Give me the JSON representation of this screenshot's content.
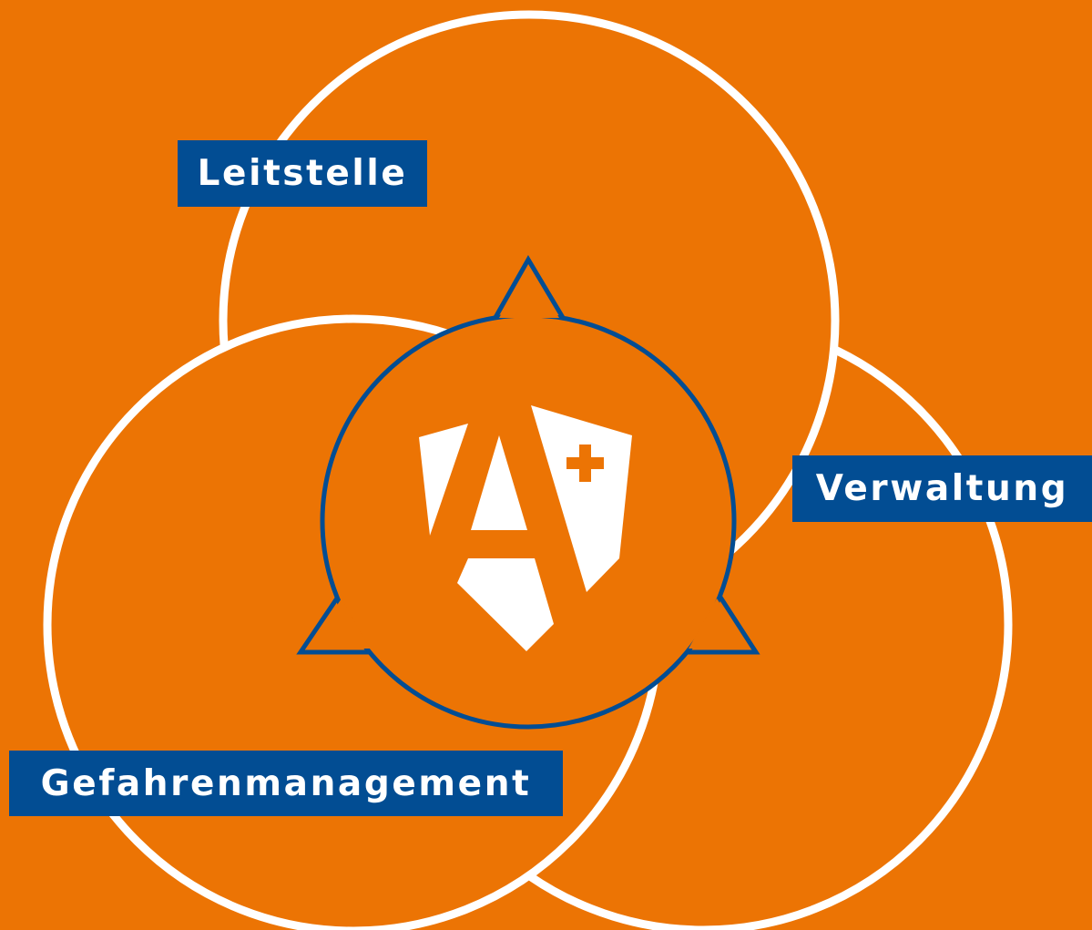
{
  "colors": {
    "background": "#EC7404",
    "circle_stroke": "#FFFFFF",
    "label_background": "#024D93",
    "label_text": "#FFFFFF",
    "badge_stroke": "#024D93",
    "logo_fill": "#FFFFFF",
    "logo_cross": "#EC7404"
  },
  "diagram": {
    "type": "venn",
    "circles": [
      {
        "id": "leitstelle",
        "label": "Leitstelle"
      },
      {
        "id": "verwaltung",
        "label": "Verwaltung"
      },
      {
        "id": "gefahrenmanagement",
        "label": "Gefahrenmanagement"
      }
    ],
    "center": {
      "icon": "shield-a-plus-logo-icon"
    }
  }
}
